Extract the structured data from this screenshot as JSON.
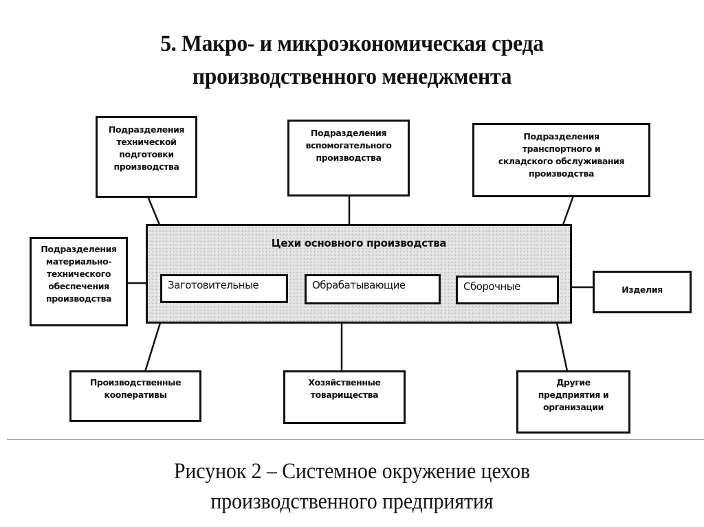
{
  "slide": {
    "title_lines": [
      "5. Макро-  и микроэкономическая среда",
      "производственного менеджмента"
    ],
    "caption_lines": [
      "Рисунок 2 – Системное окружение цехов",
      "производственного предприятия"
    ]
  },
  "diagram": {
    "center": {
      "title": "Цехи основного производства",
      "stages": [
        "Заготовительные",
        "Обрабатывающие",
        "Сборочные"
      ]
    },
    "nodes": {
      "tech_prep": [
        "Подразделения",
        "технической",
        "подготовки",
        "производства"
      ],
      "auxiliary": [
        "Подразделения",
        "вспомогательного",
        "производства"
      ],
      "transport": [
        "Подразделения",
        "транспортного и",
        "складского обслуживания",
        "производства"
      ],
      "material": [
        "Подразделения",
        "материально-",
        "технического",
        "обеспечения",
        "производства"
      ],
      "product": [
        "Изделия"
      ],
      "cooperatives": [
        "Производственные",
        "кооперативы"
      ],
      "partnerships": [
        "Хозяйственные",
        "товарищества"
      ],
      "other": [
        "Другие",
        "предприятия и",
        "организации"
      ]
    },
    "colors": {
      "line": "#111111",
      "fill_center": "#e6e6e6",
      "background": "#ffffff"
    }
  }
}
